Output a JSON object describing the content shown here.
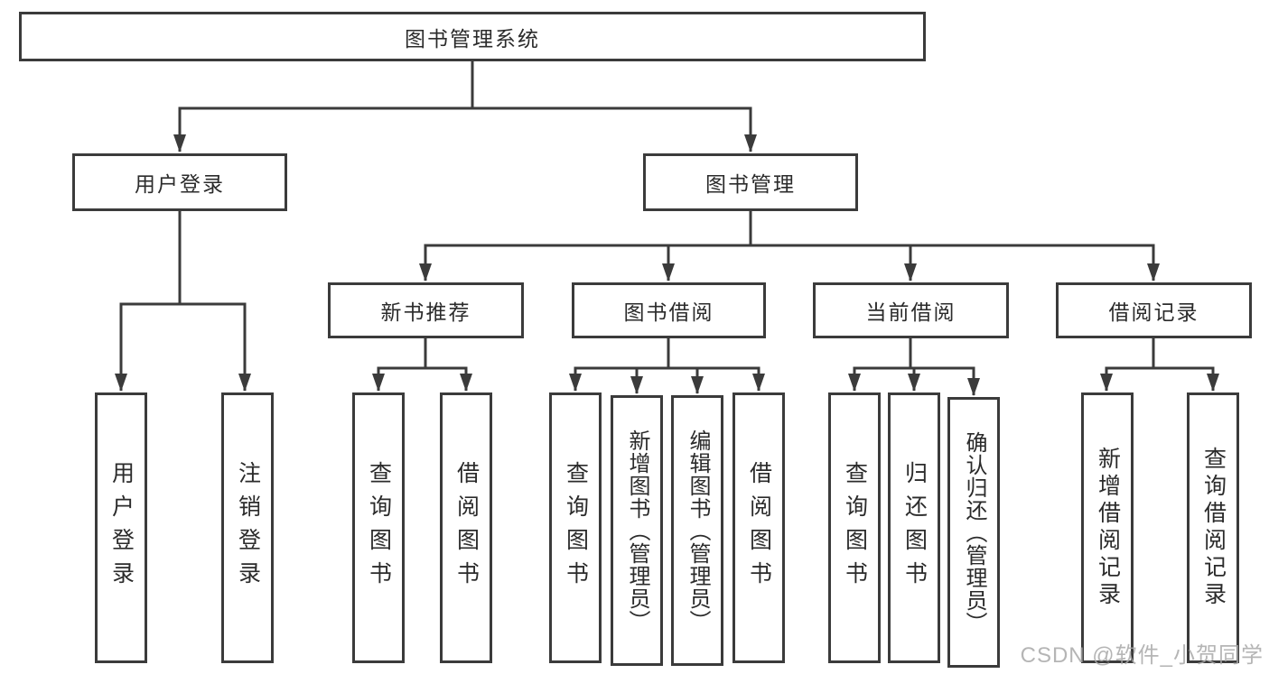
{
  "colors": {
    "line": "#3b3b3b",
    "box_border": "#3b3b3b",
    "text": "#2b2b2b",
    "background": "#ffffff",
    "watermark": "#a8a8a8"
  },
  "tree": {
    "root": {
      "label": "图书管理系统"
    },
    "branches": [
      {
        "label": "用户登录",
        "children": [
          {
            "label": "用户登录"
          },
          {
            "label": "注销登录"
          }
        ]
      },
      {
        "label": "图书管理",
        "children": [
          {
            "label": "新书推荐",
            "children": [
              {
                "label": "查询图书"
              },
              {
                "label": "借阅图书"
              }
            ]
          },
          {
            "label": "图书借阅",
            "children": [
              {
                "label": "查询图书"
              },
              {
                "label": "新增图书（管理员）"
              },
              {
                "label": "编辑图书（管理员）"
              },
              {
                "label": "借阅图书"
              }
            ]
          },
          {
            "label": "当前借阅",
            "children": [
              {
                "label": "查询图书"
              },
              {
                "label": "归还图书"
              },
              {
                "label": "确认归还（管理员）"
              }
            ]
          },
          {
            "label": "借阅记录",
            "children": [
              {
                "label": "新增借阅记录"
              },
              {
                "label": "查询借阅记录"
              }
            ]
          }
        ]
      }
    ]
  },
  "watermark": {
    "text": "CSDN @软件_小贺同学"
  }
}
